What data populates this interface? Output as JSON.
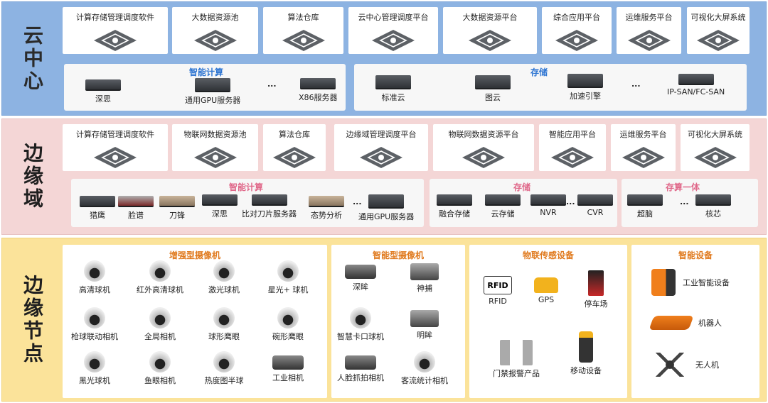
{
  "tiers": {
    "cloud": {
      "label": "云中心",
      "software": [
        "计算存储管理调度软件",
        "大数据资源池",
        "算法仓库",
        "云中心管理调度平台",
        "大数据资源平台",
        "综合应用平台",
        "运维服务平台",
        "可视化大屏系统"
      ],
      "compute_title": "智能计算",
      "compute_items": [
        "深思",
        "通用GPU服务器",
        "...",
        "X86服务器"
      ],
      "storage_title": "存储",
      "storage_items": [
        "标准云",
        "图云",
        "加速引擎",
        "...",
        "IP-SAN/FC-SAN"
      ]
    },
    "edge": {
      "label": "边缘域",
      "software": [
        "计算存储管理调度软件",
        "物联网数据资源池",
        "算法仓库",
        "边缘域管理调度平台",
        "物联网数据资源平台",
        "智能应用平台",
        "运维服务平台",
        "可视化大屏系统"
      ],
      "compute_title": "智能计算",
      "compute_items": [
        "猎鹰",
        "脸谱",
        "刀锋",
        "深思",
        "比对刀片服务器",
        "态势分析",
        "...",
        "通用GPU服务器"
      ],
      "storage_title": "存储",
      "storage_items": [
        "融合存储",
        "云存储",
        "NVR",
        "...",
        "CVR"
      ],
      "hci_title": "存算一体",
      "hci_items": [
        "超脑",
        "...",
        "核芯"
      ]
    },
    "node": {
      "label": "边缘节点",
      "enhanced": {
        "title": "增强型摄像机",
        "items": [
          "高清球机",
          "红外高清球机",
          "激光球机",
          "星光+ 球机",
          "枪球联动相机",
          "全局相机",
          "球形鹰眼",
          "碗形鹰眼",
          "黑光球机",
          "鱼眼相机",
          "热度图半球",
          "工业相机"
        ]
      },
      "smart_cam": {
        "title": "智能型摄像机",
        "items": [
          "深眸",
          "神捕",
          "智慧卡口球机",
          "明眸",
          "人脸抓拍相机",
          "客流统计相机"
        ]
      },
      "iot": {
        "title": "物联传感设备",
        "items": [
          "RFID",
          "GPS",
          "停车场",
          "门禁报警产品",
          "移动设备"
        ],
        "rfid_icon_text": "RFID"
      },
      "smart_dev": {
        "title": "智能设备",
        "items": [
          "工业智能设备",
          "机器人",
          "无人机"
        ]
      }
    }
  },
  "colors": {
    "cloud_bg": "#8db3e2",
    "edge_bg": "#f4d6d6",
    "node_bg": "#fbe39a",
    "blue_title": "#2e75d2",
    "pink_title": "#e0688a",
    "orange_title": "#e07a1e"
  },
  "icons": [
    "diamond-platform-icon",
    "server-icon",
    "camera-dome-icon",
    "camera-bullet-icon",
    "rfid-icon",
    "gps-taxi-icon",
    "parking-icon",
    "gate-icon",
    "handheld-icon",
    "industrial-device-icon",
    "robot-icon",
    "drone-icon",
    "tv-icon"
  ]
}
